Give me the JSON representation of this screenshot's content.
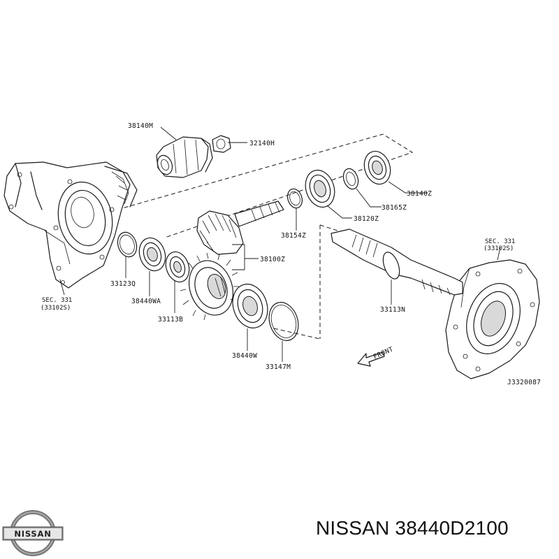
{
  "caption": "NISSAN 38440D2100",
  "logo": {
    "text": "NISSAN"
  },
  "diagram_code": "J3320087",
  "front_label": "FRONT",
  "sections": [
    {
      "ref": "SEC. 331",
      "sub": "(33102S)"
    },
    {
      "ref": "SEC. 331",
      "sub": "(33102S)"
    }
  ],
  "parts": [
    "38140M",
    "32140H",
    "38140Z",
    "38165Z",
    "38120Z",
    "38154Z",
    "38100Z",
    "33123Q",
    "38440WA",
    "33113B",
    "33113N",
    "38440W",
    "33147M"
  ]
}
